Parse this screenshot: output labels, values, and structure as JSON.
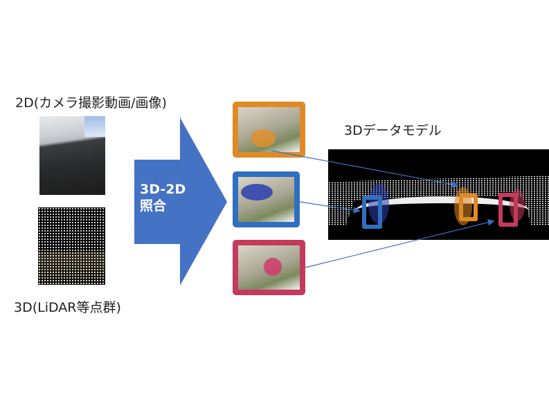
{
  "labels": {
    "top_left": "2D(カメラ撮影動画/画像)",
    "bottom_left": "3D(LiDAR等点群)",
    "arrow_line1": "3D-2D",
    "arrow_line2": "照合",
    "right_title": "3Dデータモデル"
  },
  "colors": {
    "arrow": "#4472c4",
    "orange": "#e08a26",
    "blue": "#2f6fc0",
    "red": "#c33a5c",
    "link": "#3a70c8"
  }
}
